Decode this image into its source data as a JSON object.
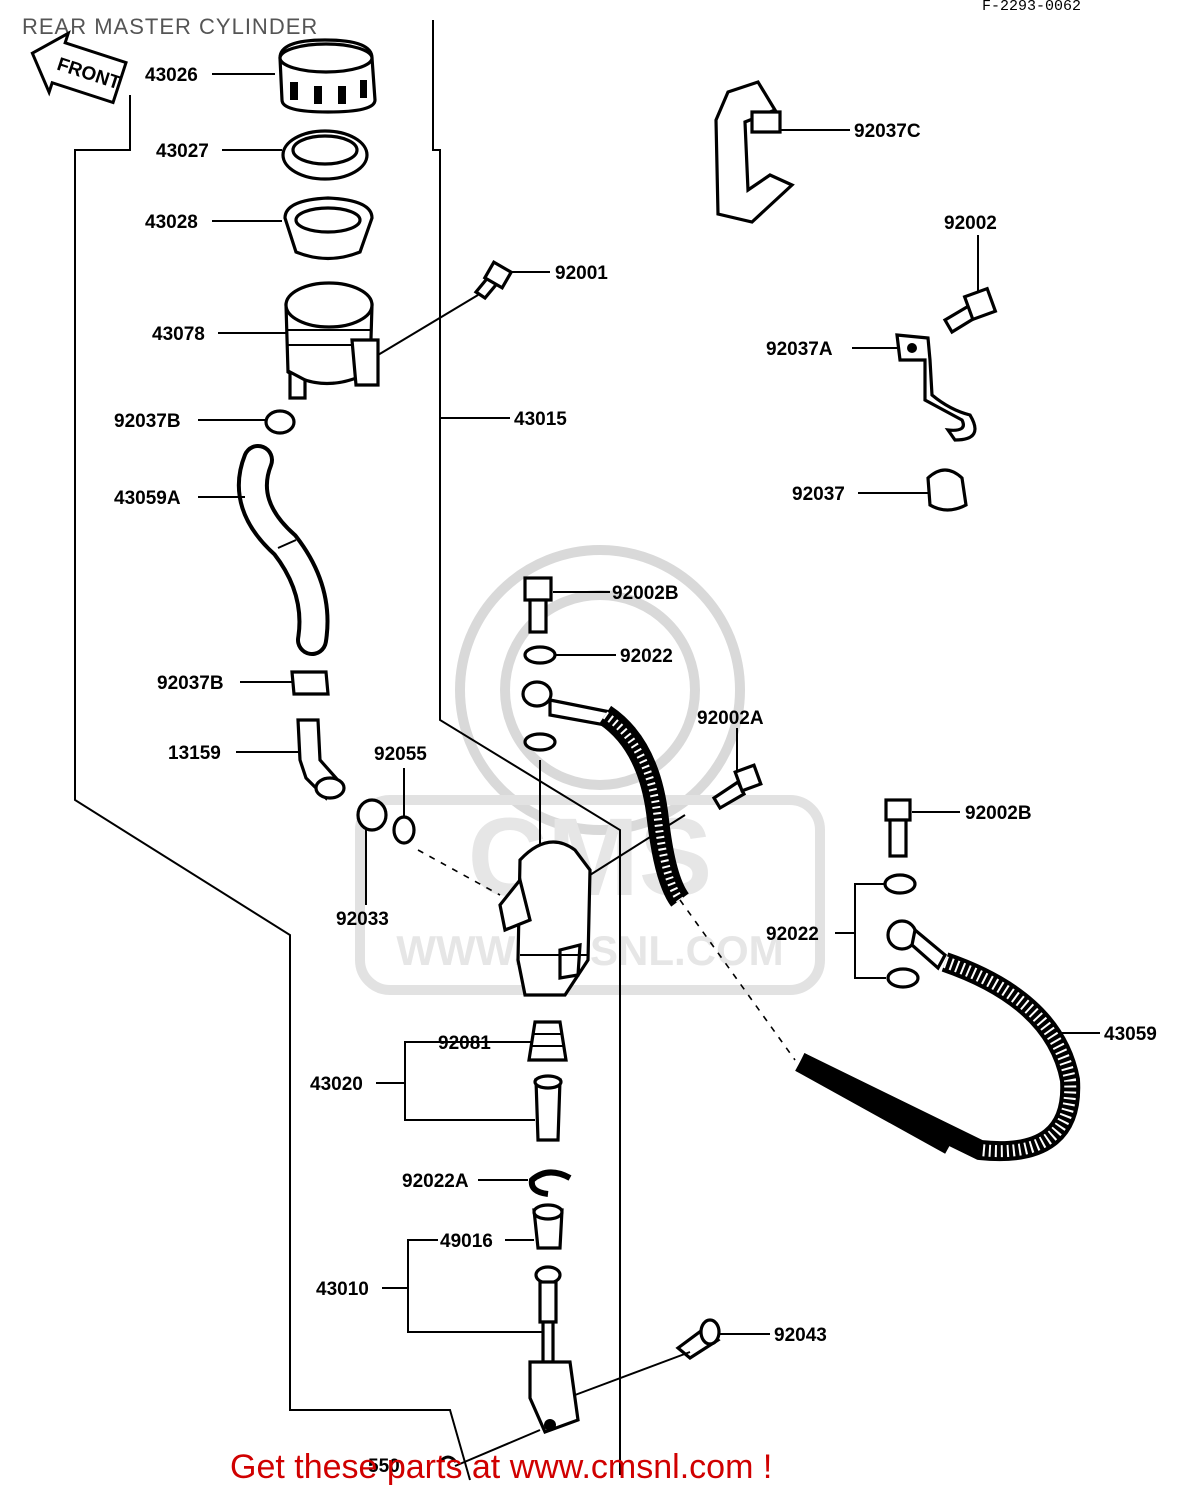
{
  "header": {
    "title": "REAR MASTER CYLINDER",
    "ref_code": "F-2293-0062"
  },
  "front_badge": "FRONT",
  "watermark": {
    "brand": "CMS",
    "url": "WWW.CMSNL.COM"
  },
  "footer": {
    "text": "Get these parts at www.cmsnl.com !"
  },
  "labels": {
    "p43026": "43026",
    "p43027": "43027",
    "p43028": "43028",
    "p92001": "92001",
    "p43078": "43078",
    "p43015": "43015",
    "p92037B_top": "92037B",
    "p43059A": "43059A",
    "p92037B_low": "92037B",
    "p13159": "13159",
    "p92055": "92055",
    "p92033": "92033",
    "p92037C": "92037C",
    "p92002": "92002",
    "p92037A": "92037A",
    "p92037": "92037",
    "p92002B_top": "92002B",
    "p92022_top": "92022",
    "p92002A": "92002A",
    "p92002B_right": "92002B",
    "p92022_right": "92022",
    "p43059": "43059",
    "p92081": "92081",
    "p43020": "43020",
    "p92022A": "92022A",
    "p49016": "49016",
    "p43010": "43010",
    "p92043": "92043",
    "p550": "550"
  }
}
